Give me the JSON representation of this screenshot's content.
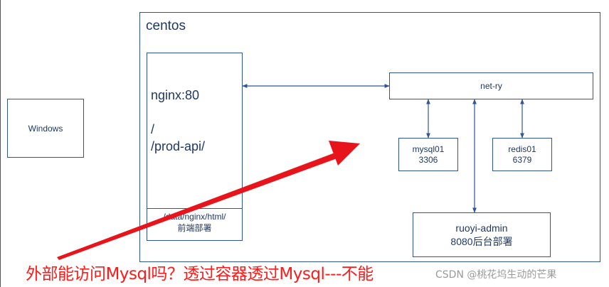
{
  "centos": {
    "label": "centos"
  },
  "windows": {
    "label": "Windows"
  },
  "nginx": {
    "port_line": "nginx:80",
    "root_path": "/",
    "api_path": "/prod-api/",
    "html_path": "/data/nginx/html/",
    "html_caption": "前端部署"
  },
  "network": {
    "label": "net-ry"
  },
  "mysql": {
    "name": "mysql01",
    "port": "3306"
  },
  "redis": {
    "name": "redis01",
    "port": "6379"
  },
  "ruoyi": {
    "name": "ruoyi-admin",
    "caption": "8080后台部署"
  },
  "annotation": {
    "text": "外部能访问Mysql吗？透过容器透过Mysql---不能"
  },
  "watermark": {
    "text": "CSDN @桃花坞生动的芒果"
  },
  "colors": {
    "box_border": "#2f5597",
    "text": "#1f3864",
    "annotation": "#ff1a1a",
    "red_arrow": "#e8141b"
  }
}
